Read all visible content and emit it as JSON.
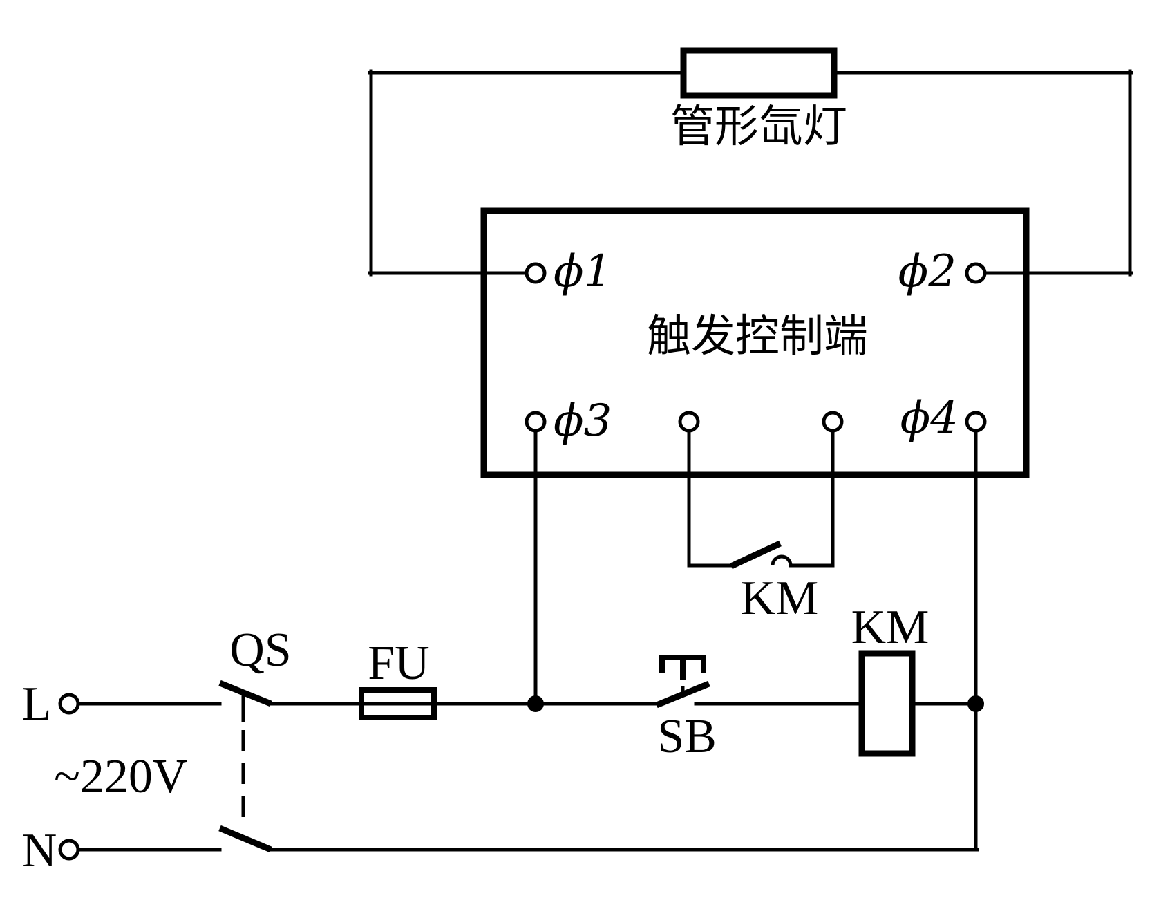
{
  "colors": {
    "background": "#ffffff",
    "line": "#000000"
  },
  "lamp": {
    "label": "管形氙灯"
  },
  "control_box": {
    "label": "触发控制端",
    "terminals": {
      "phi1": "ϕ1",
      "phi2": "ϕ2",
      "phi3": "ϕ3",
      "phi4": "ϕ4"
    }
  },
  "trigger_contact": {
    "label": "KM"
  },
  "contactor_coil": {
    "label": "KM"
  },
  "isolator_switch": {
    "label": "QS"
  },
  "fuse": {
    "label": "FU"
  },
  "push_button": {
    "label": "SB"
  },
  "supply": {
    "live": "L",
    "neutral": "N",
    "voltage": "~220V"
  }
}
